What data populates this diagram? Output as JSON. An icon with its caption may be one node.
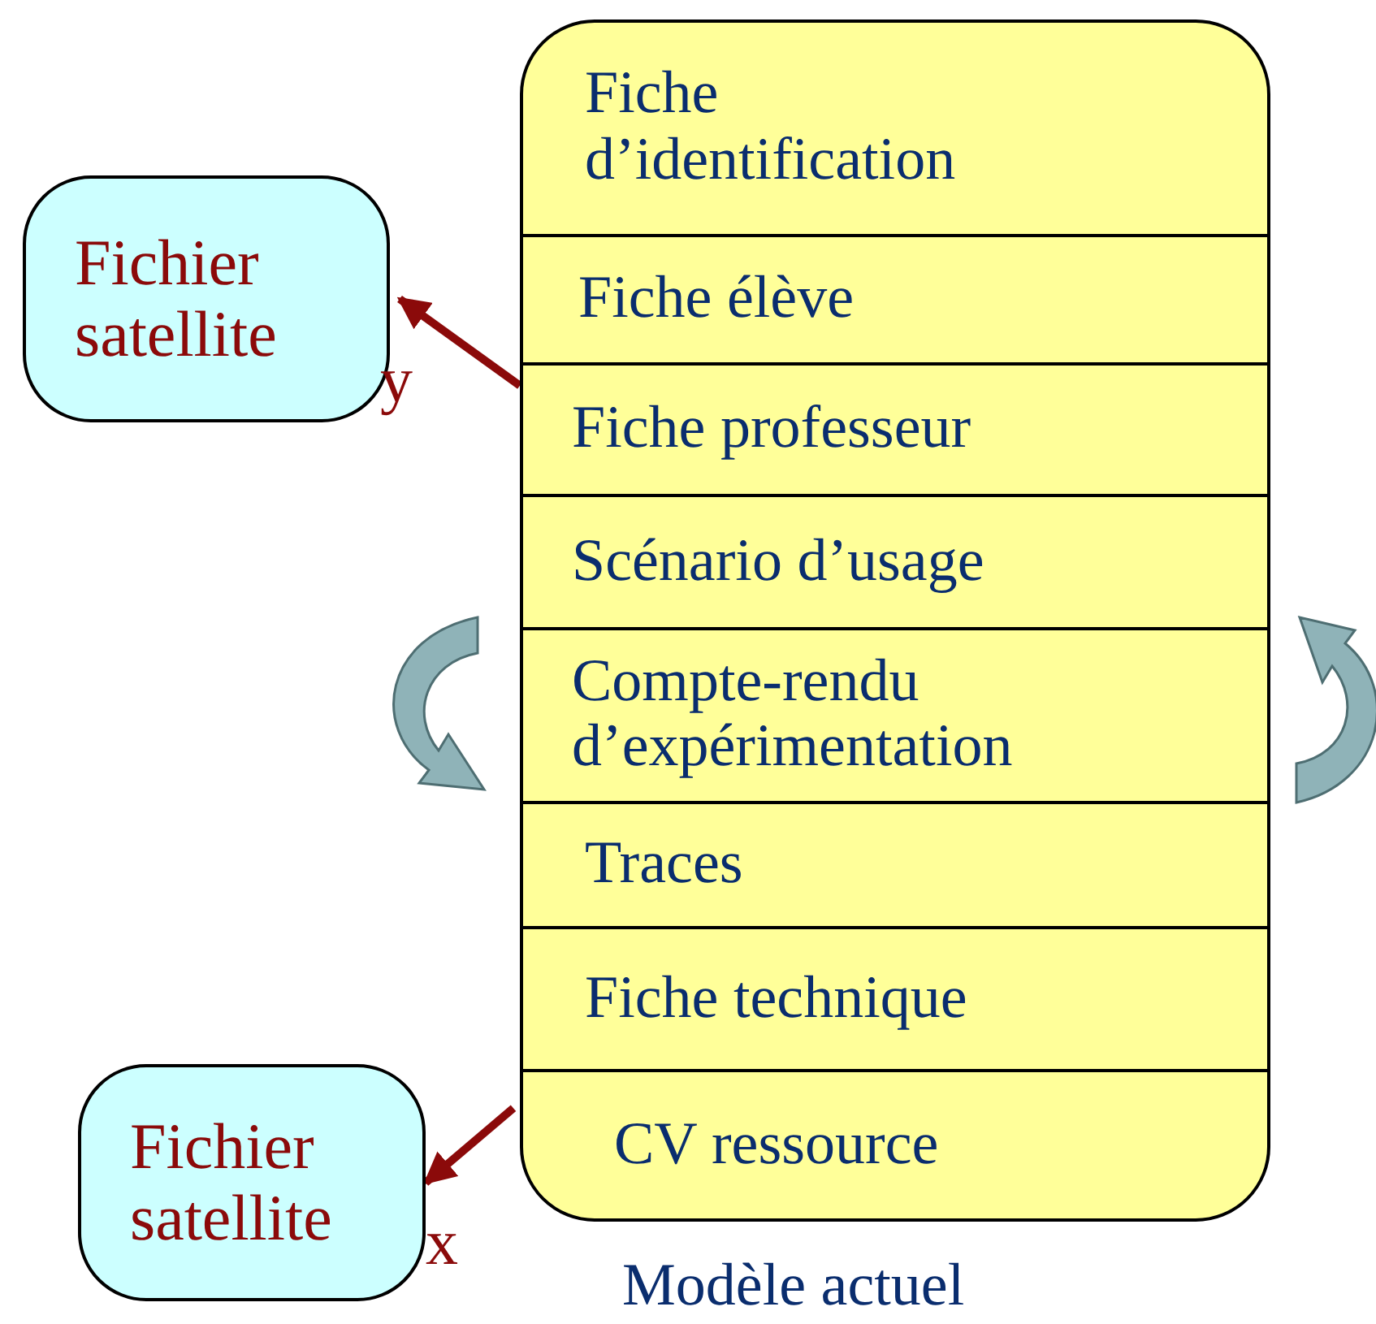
{
  "diagram": {
    "nodes": [
      {
        "text": [],
        "shape": "box",
        "beside": [
          "Modèle actuel"
        ]
      },
      {
        "text": [
          "Fiche d’identification"
        ],
        "in": 0
      },
      {
        "text": [
          "Fiche élève"
        ],
        "in": 0
      },
      {
        "text": [
          "Fiche professeur"
        ],
        "in": 0
      },
      {
        "text": [
          "Scénario d’usage"
        ],
        "in": 0
      },
      {
        "text": [
          "Compte-rendu d’expérimentation"
        ],
        "in": 0
      },
      {
        "text": [
          "Traces"
        ],
        "in": 0
      },
      {
        "text": [
          "Fiche technique"
        ],
        "in": 0
      },
      {
        "text": [
          "CV ressource"
        ],
        "in": 0
      },
      {
        "text": [
          "Fichier satellite"
        ],
        "beside": [
          "y"
        ]
      },
      {
        "text": [
          "Fichier satellite"
        ],
        "beside": [
          "x"
        ]
      }
    ],
    "edges": [
      {
        "from": 3,
        "to": 9,
        "arrow": "to"
      },
      {
        "from": 0,
        "to": 10,
        "arrow": "to"
      }
    ]
  }
}
